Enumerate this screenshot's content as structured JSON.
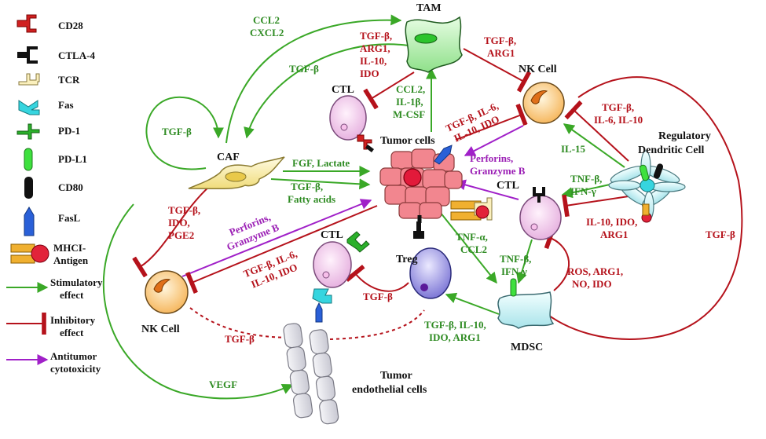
{
  "legend": {
    "items": [
      {
        "label": "CD28"
      },
      {
        "label": "CTLA-4"
      },
      {
        "label": "TCR"
      },
      {
        "label": "Fas"
      },
      {
        "label": "PD-1"
      },
      {
        "label": "PD-L1"
      },
      {
        "label": "CD80"
      },
      {
        "label": "FasL"
      },
      {
        "label": "MHCI-",
        "label2": "Antigen"
      }
    ],
    "effects": [
      {
        "line1": "Stimulatory",
        "line2": "effect"
      },
      {
        "line1": "Inhibitory",
        "line2": "effect"
      },
      {
        "line1": "Antitumor",
        "line2": "cytotoxicity"
      }
    ]
  },
  "cells": {
    "tam": "TAM",
    "nk_top": "NK Cell",
    "caf": "CAF",
    "ctl_top": "CTL",
    "tumor": "Tumor cells",
    "rdc1": "Regulatory",
    "rdc2": "Dendritic Cell",
    "ctl_right": "CTL",
    "ctl_mid": "CTL",
    "treg": "Treg",
    "nk_left": "NK Cell",
    "mdsc": "MDSC",
    "endo1": "Tumor",
    "endo2": "endothelial cells"
  },
  "labels": {
    "ccl2_cxcl2": [
      "CCL2",
      "CXCL2"
    ],
    "tgfb_caf_tam": "TGF-β",
    "tam_ctl": [
      "TGF-β,",
      "ARG1,",
      "IL-10,",
      "IDO"
    ],
    "tam_nk": [
      "TGF-β,",
      "ARG1"
    ],
    "tumor_tam": [
      "CCL2,",
      "IL-1β,",
      "M-CSF"
    ],
    "tgfb_caf_self": "TGF-β",
    "tumor_nk": [
      "TGF-β, IL-6,",
      "IL-10, IDO"
    ],
    "rdc_nk": [
      "TGF-β,",
      "IL-6, IL-10"
    ],
    "il15": "IL-15",
    "fgf": "FGF, Lactate",
    "tgfb_fatty": [
      "TGF-β,",
      "Fatty acids"
    ],
    "perforin_nk": [
      "Perforins,",
      "Granzyme B"
    ],
    "perforin_ctl": [
      "Perforins,",
      "Granzyme B"
    ],
    "tnf_rdc": [
      "TNF-β,",
      "IFN-γ"
    ],
    "caf_nk": [
      "TGF-β,",
      "IDO,",
      "PGE2"
    ],
    "tumor_nkleft": [
      "TGF-β, IL-6,",
      "IL-10, IDO"
    ],
    "rdc_ctl": [
      "IL-10, IDO,",
      "ARG1"
    ],
    "tgfb_right": "TGF-β",
    "tnfa_ccl2": [
      "TNF-α,",
      "CCL2"
    ],
    "tnfb_ifng": [
      "TNF-β,",
      "IFN-γ"
    ],
    "mdsc_ctl": [
      "ROS, ARG1,",
      "NO, IDO"
    ],
    "treg_ctl": "TGF-β",
    "tgfb_endo": "TGF-β",
    "mdsc_treg": [
      "TGF-β, IL-10,",
      "IDO, ARG1"
    ],
    "vegf": "VEGF"
  },
  "colors": {
    "stimulatory": "#3aa827",
    "inhibitory": "#b5121b",
    "cytotoxic": "#a020c8",
    "tumor_cell": "#f2868f",
    "tam_fill": "#b8f2b0",
    "nk_fill": "#fde3b0",
    "ctl_fill": "#f6d4f0",
    "treg_fill": "#b9b5f0",
    "mdsc_fill": "#c8f2f2"
  }
}
